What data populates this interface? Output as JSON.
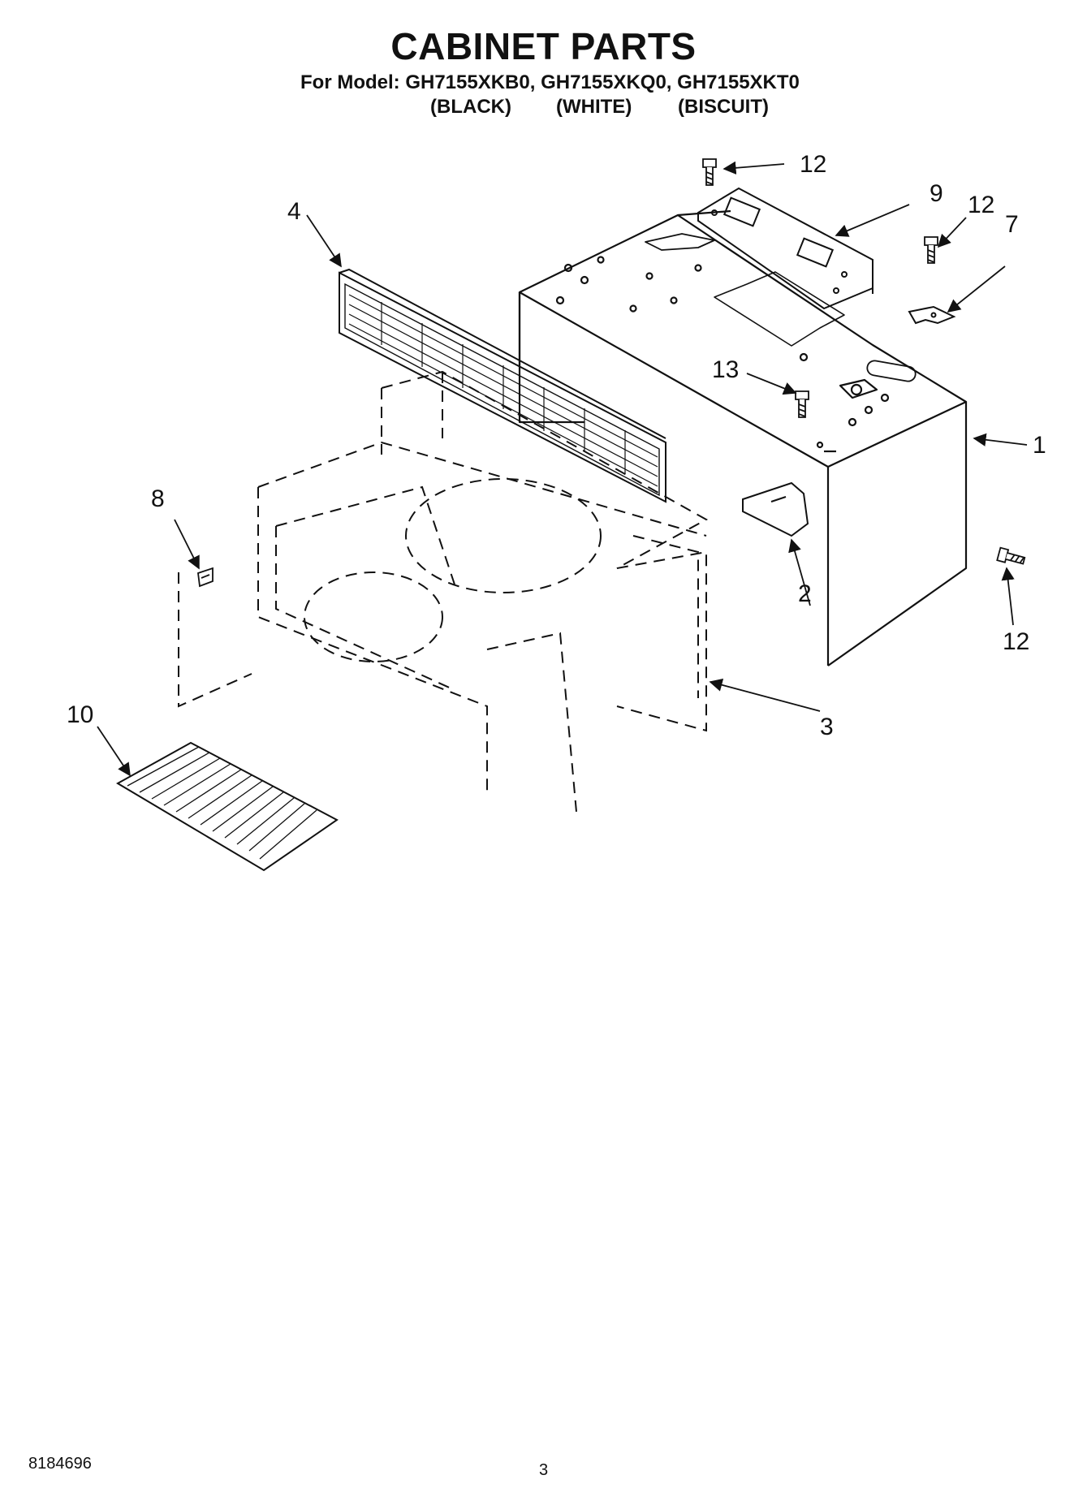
{
  "header": {
    "title": "CABINET PARTS",
    "model_line": "For Model: GH7155XKB0, GH7155XKQ0, GH7155XKT0",
    "colors": [
      "(BLACK)",
      "(WHITE)",
      "(BISCUIT)"
    ]
  },
  "callouts": {
    "c1": "1",
    "c2": "2",
    "c3": "3",
    "c4": "4",
    "c7": "7",
    "c8": "8",
    "c9": "9",
    "c10": "10",
    "c12a": "12",
    "c12b": "12",
    "c12c": "12",
    "c13": "13"
  },
  "footer": {
    "doc_number": "8184696",
    "page_number": "3"
  }
}
